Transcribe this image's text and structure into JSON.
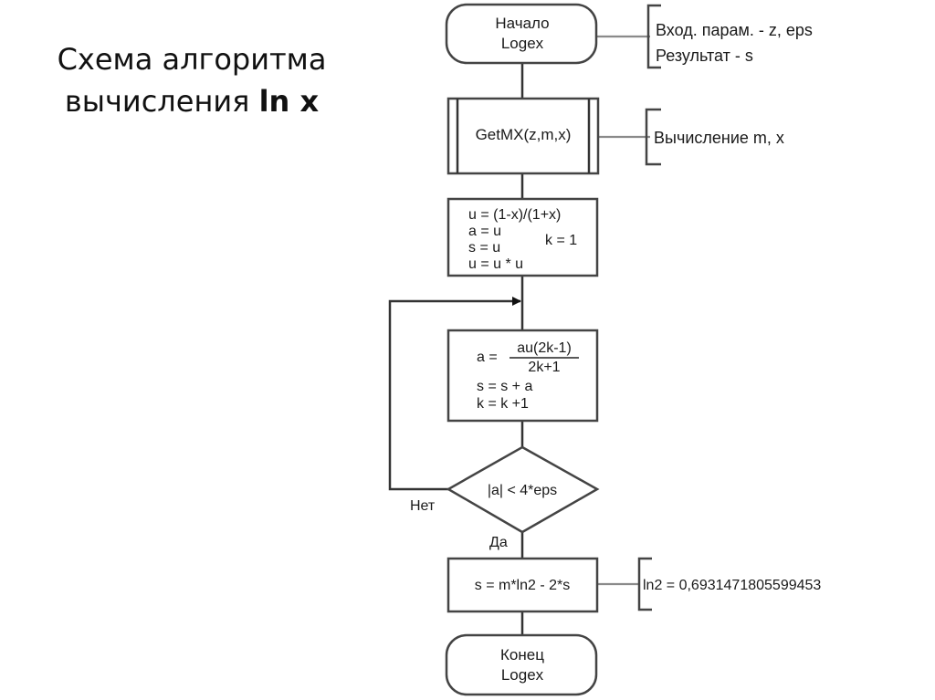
{
  "title": {
    "line1": "Схема алгоритма",
    "line2_prefix": "вычисления ",
    "line2_bold": "ln x"
  },
  "flowchart": {
    "start": {
      "line1": "Начало",
      "line2": "Logex"
    },
    "start_note": {
      "line1": "Вход. парам. - z, eps",
      "line2": "Результат - s"
    },
    "subroutine": {
      "label": "GetMX(z,m,x)"
    },
    "subroutine_note": "Вычисление m, x",
    "init": {
      "line1": "u = (1-x)/(1+x)",
      "line2": "a = u",
      "line3": "s = u",
      "line4": "u = u * u",
      "side": "k = 1"
    },
    "loop_body": {
      "a_lhs": "a =",
      "a_num": "au(2k-1)",
      "a_den": "2k+1",
      "line2": "s = s + a",
      "line3": "k = k +1"
    },
    "decision": {
      "label": "|a| < 4*eps",
      "no_label": "Нет",
      "yes_label": "Да"
    },
    "result": {
      "label": "s = m*ln2 - 2*s"
    },
    "result_note": "ln2 = 0,6931471805599453",
    "end": {
      "line1": "Конец",
      "line2": "Logex"
    }
  }
}
